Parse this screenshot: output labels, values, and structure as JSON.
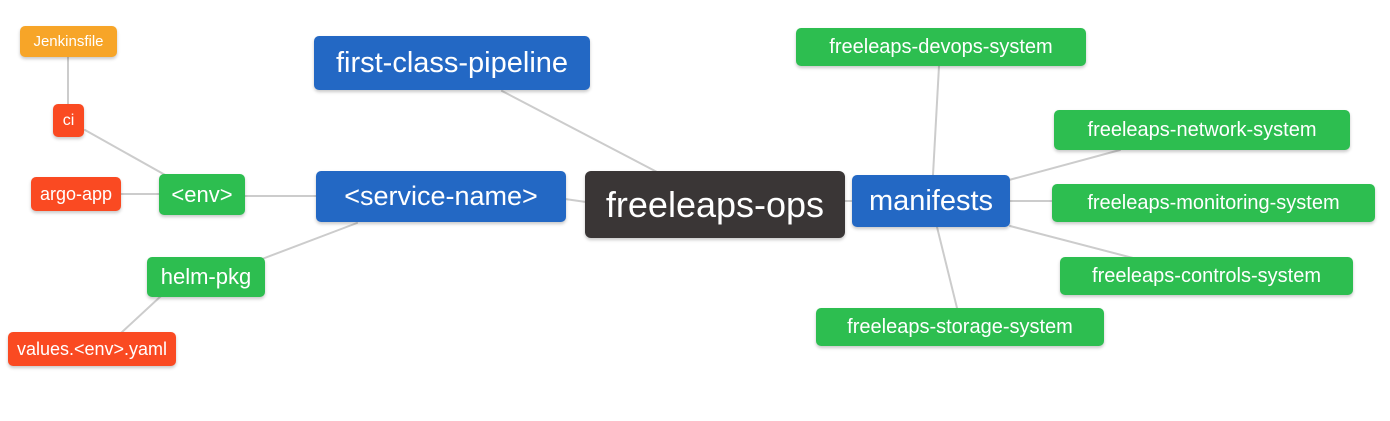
{
  "diagram": {
    "type": "mindmap",
    "colors": {
      "root_bg": "#3A3636",
      "branch_blue": "#2368C4",
      "leaf_green": "#2DBE50",
      "leaf_red": "#FA4A22",
      "leaf_orange": "#F7A528",
      "edge_gray": "#CCCCCC",
      "text": "#FFFFFF",
      "background": "#FFFFFF"
    },
    "nodes": {
      "root": {
        "label": "freeleaps-ops"
      },
      "first_class_pipeline": {
        "label": "first-class-pipeline"
      },
      "service_name": {
        "label": "<service-name>"
      },
      "env": {
        "label": "<env>"
      },
      "ci": {
        "label": "ci"
      },
      "jenkinsfile": {
        "label": "Jenkinsfile"
      },
      "argo_app": {
        "label": "argo-app"
      },
      "helm_pkg": {
        "label": "helm-pkg"
      },
      "values_env_yaml": {
        "label": "values.<env>.yaml"
      },
      "manifests": {
        "label": "manifests"
      },
      "devops_system": {
        "label": "freeleaps-devops-system"
      },
      "network_system": {
        "label": "freeleaps-network-system"
      },
      "monitoring_system": {
        "label": "freeleaps-monitoring-system"
      },
      "controls_system": {
        "label": "freeleaps-controls-system"
      },
      "storage_system": {
        "label": "freeleaps-storage-system"
      }
    },
    "edges": [
      {
        "from": "Jenkinsfile",
        "to": "ci"
      },
      {
        "from": "ci",
        "to": "<env>"
      },
      {
        "from": "argo-app",
        "to": "<env>"
      },
      {
        "from": "<env>",
        "to": "<service-name>"
      },
      {
        "from": "helm-pkg",
        "to": "<service-name>"
      },
      {
        "from": "values.<env>.yaml",
        "to": "helm-pkg"
      },
      {
        "from": "first-class-pipeline",
        "to": "freeleaps-ops"
      },
      {
        "from": "<service-name>",
        "to": "freeleaps-ops"
      },
      {
        "from": "manifests",
        "to": "freeleaps-ops"
      },
      {
        "from": "freeleaps-devops-system",
        "to": "manifests"
      },
      {
        "from": "freeleaps-network-system",
        "to": "manifests"
      },
      {
        "from": "freeleaps-monitoring-system",
        "to": "manifests"
      },
      {
        "from": "freeleaps-controls-system",
        "to": "manifests"
      },
      {
        "from": "freeleaps-storage-system",
        "to": "manifests"
      }
    ]
  }
}
